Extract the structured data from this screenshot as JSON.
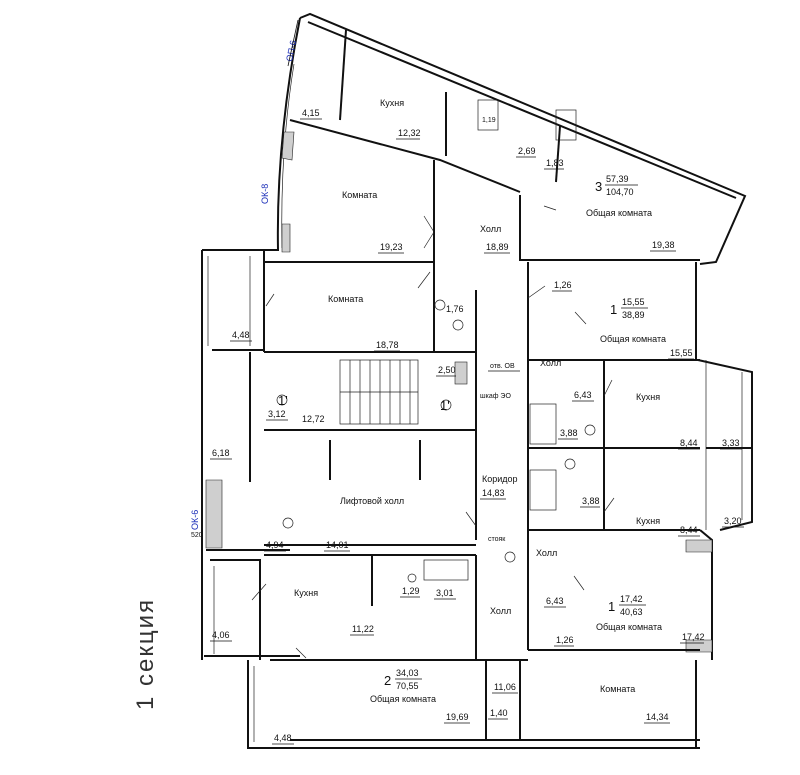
{
  "section_label": "1 секция",
  "axes": {
    "top": "ОП-6",
    "mid": "ОК-8",
    "left": "ОК-6"
  },
  "apt3": {
    "number": "3",
    "living": "57,39",
    "total": "104,70"
  },
  "apt1a": {
    "number": "1",
    "living": "15,55",
    "total": "38,89"
  },
  "apt1b": {
    "number": "1",
    "living": "17,42",
    "total": "40,63"
  },
  "apt2": {
    "number": "2",
    "living": "34,03",
    "total": "70,55"
  },
  "rooms": {
    "kitchen_top": "Кухня",
    "kitchen_top_area": "12,32",
    "balcony_top": "4,15",
    "room_a": "Комната",
    "room_a_area": "19,23",
    "hall_top": "Холл",
    "hall_top_area": "18,89",
    "common_3": "Общая комната",
    "common_3_area": "19,38",
    "bath_top_1": "1,83",
    "bath_top_2": "2,69",
    "bath_top_3": "1,19",
    "room_b": "Комната",
    "room_b_area": "18,78",
    "balcony_b": "4,48",
    "bath_b": "1,76",
    "closet_b": "2,50",
    "common_1a": "Общая комната",
    "common_1a_area": "15,55",
    "bath_1a": "1,26",
    "hall_1a": "Холл",
    "otv": "отв. ОВ",
    "shkaf": "шкаф ЭО",
    "wc_1": "6,43",
    "bath_mid_1": "3,88",
    "bath_mid_2": "3,88",
    "kitchen_r1": "Кухня",
    "kitchen_r1_area": "8,44",
    "balcony_r1": "3,33",
    "kitchen_r2": "Кухня",
    "kitchen_r2_area": "8,44",
    "balcony_r2": "3,20",
    "stair_1": "3,12",
    "stair_2": "12,72",
    "left_6_18": "6,18",
    "lift_hall": "Лифтовой холл",
    "lift_hall_area": "14,01",
    "vest": "4,94",
    "corridor": "Коридор",
    "corridor_area": "14,83",
    "hall_1b": "Холл",
    "common_1b": "Общая комната",
    "common_1b_area": "17,42",
    "wc_1b": "6,43",
    "bath_1b": "1,26",
    "kitchen_2": "Кухня",
    "kitchen_2_area": "11,22",
    "balcony_2": "4,06",
    "bath_2a": "1,29",
    "bath_2b": "3,01",
    "hall_2": "Холл",
    "common_2": "Общая комната",
    "common_2_area": "19,69",
    "balcony_2b": "4,48",
    "hall_2_area": "11,06",
    "hall_2_small": "1,40",
    "room_c": "Комната",
    "room_c_area": "14,34",
    "stoyak": "стояк",
    "dim_520": "520",
    "lift_1": "1'",
    "lift_2": "1'"
  }
}
